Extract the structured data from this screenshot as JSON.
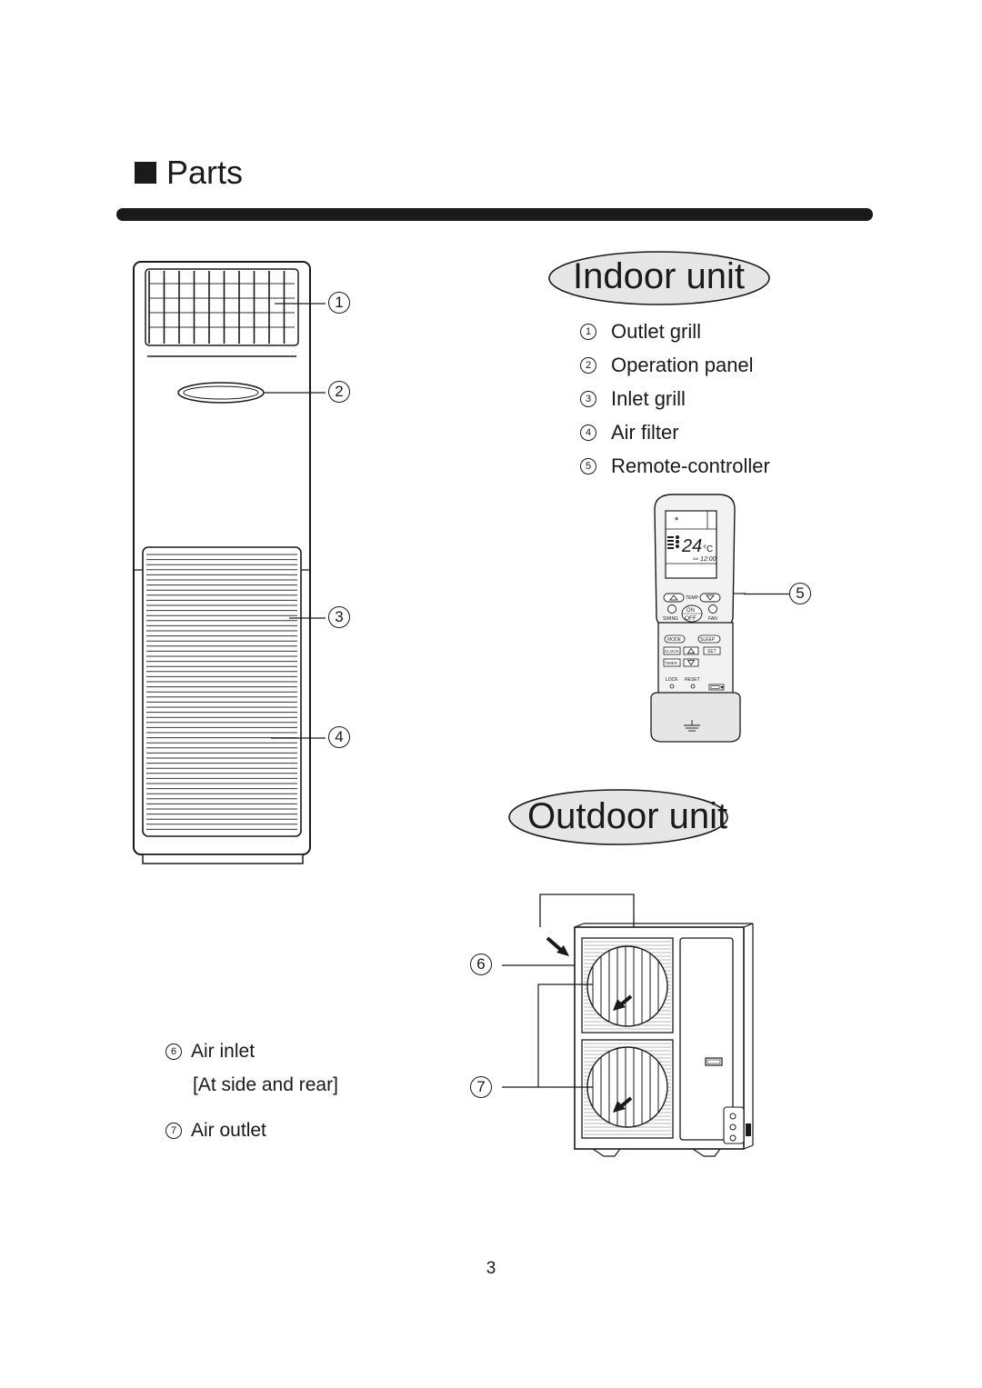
{
  "heading": {
    "title": "Parts"
  },
  "indoor": {
    "title": "Indoor unit",
    "legend": [
      {
        "num": "1",
        "label": "Outlet grill"
      },
      {
        "num": "2",
        "label": "Operation panel"
      },
      {
        "num": "3",
        "label": "Inlet grill"
      },
      {
        "num": "4",
        "label": "Air filter"
      },
      {
        "num": "5",
        "label": "Remote-controller"
      }
    ],
    "callouts": [
      "1",
      "2",
      "3",
      "4",
      "5"
    ]
  },
  "remote": {
    "temp_display": "24",
    "temp_unit": "°C",
    "clock": "12:00",
    "am": "AM",
    "buttons": {
      "temp": "TEMP",
      "on": "ON",
      "off": "OFF",
      "swing": "SWING",
      "fan": "FAN",
      "mode": "MODE",
      "sleep": "SLEEP",
      "clock": "CLOCK",
      "set": "SET",
      "timer": "TIMER",
      "lock": "LOCK",
      "reset": "RESET"
    }
  },
  "outdoor": {
    "title": "Outdoor unit",
    "callouts": [
      "6",
      "7"
    ],
    "legend": [
      {
        "num": "6",
        "label": "Air inlet",
        "note": "[At side and rear]"
      },
      {
        "num": "7",
        "label": "Air outlet"
      }
    ]
  },
  "page_number": "3"
}
